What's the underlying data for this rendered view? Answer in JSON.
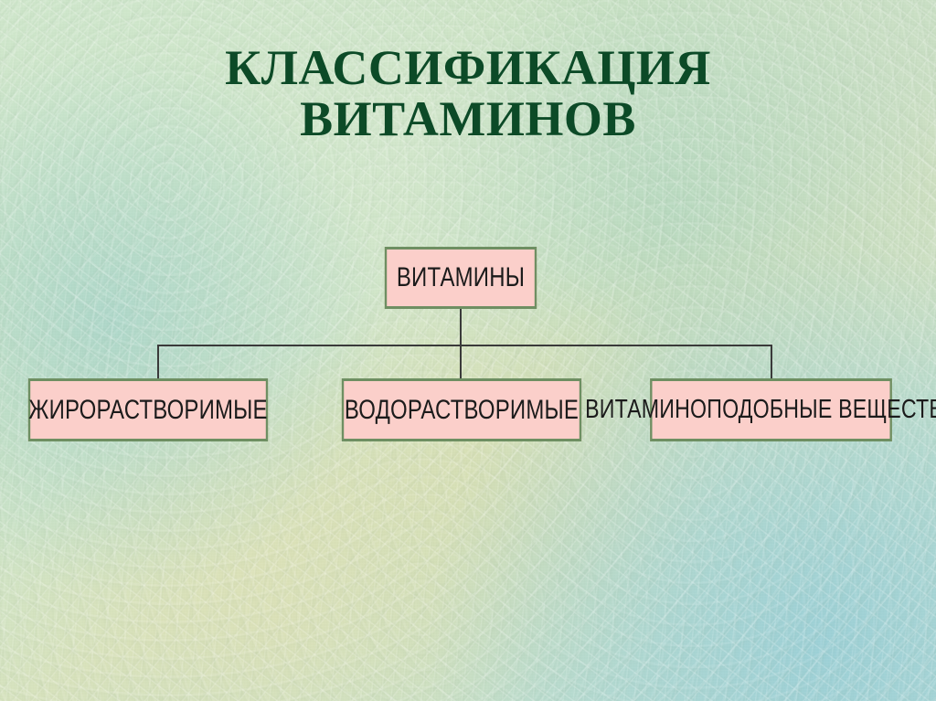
{
  "slide": {
    "title_line1": "КЛАССИФИКАЦИЯ",
    "title_line2": "ВИТАМИНОВ",
    "title_color": "#0c4a27",
    "background_color": "#cfe3c4"
  },
  "diagram": {
    "type": "tree",
    "node_fill": "#fbcfca",
    "node_border": "#6e8f62",
    "connector_color": "#3a3a3a",
    "root": {
      "label": "ВИТАМИНЫ"
    },
    "children": [
      {
        "label": "ЖИРОРАСТВОРИМЫЕ"
      },
      {
        "label": "ВОДОРАСТВОРИМЫЕ"
      },
      {
        "label": "ВИТАМИНОПОДОБНЫЕ ВЕЩЕСТВА"
      }
    ]
  }
}
